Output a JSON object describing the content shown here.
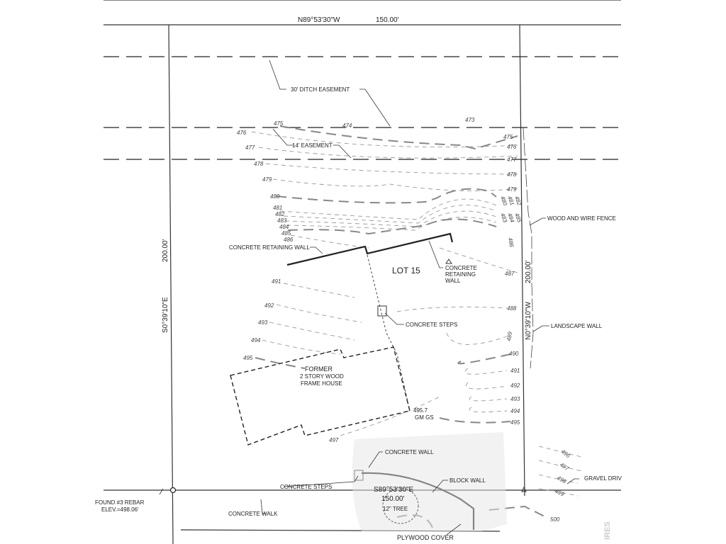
{
  "bearings": {
    "north": "N89°53'30\"W",
    "north_dist": "150.00'",
    "west": "S0°39'10\"E",
    "west_dist": "200.00'",
    "east": "N0°39'10\"W",
    "east_dist": "200.00'",
    "south": "S89°53'30\"E",
    "south_dist": "150.00'"
  },
  "labels": {
    "ditch_easement": "30' DITCH EASEMENT",
    "easement_14": "14' EASEMENT",
    "retaining_wall_left": "CONCRETE RETAINING WALL",
    "retaining_wall_right": [
      "CONCRETE",
      "RETAINING",
      "WALL"
    ],
    "lot": "LOT 15",
    "wood_fence": "WOOD AND WIRE FENCE",
    "concrete_steps_upper": "CONCRETE STEPS",
    "landscape_wall": "LANDSCAPE WALL",
    "house": [
      "FORMER",
      "2 STORY WOOD",
      "FRAME HOUSE"
    ],
    "spot_elev": [
      "495.7",
      "GM GS"
    ],
    "concrete_wall": "CONCRETE WALL",
    "concrete_steps_lower": "CONCRETE STEPS",
    "block_wall": "BLOCK WALL",
    "tree": "12\" TREE",
    "gravel_drive": "GRAVEL DRIV",
    "concrete_walk": "CONCRETE WALK",
    "rebar": [
      "FOUND #3 REBAR",
      "ELEV.=498.06'"
    ],
    "plywood_cover": "PLYWOOD COVER",
    "watermark": "IRES"
  },
  "contours": {
    "left": [
      "475",
      "476",
      "477",
      "478",
      "479",
      "480",
      "481",
      "482",
      "483",
      "484",
      "485",
      "486",
      "491",
      "492",
      "493",
      "494",
      "495",
      "497"
    ],
    "top": [
      "474",
      "473"
    ],
    "right": [
      "475",
      "476",
      "477",
      "478",
      "479",
      "480",
      "481",
      "482",
      "483",
      "484",
      "485",
      "486",
      "487",
      "488",
      "489",
      "490",
      "491",
      "492",
      "493",
      "494",
      "495"
    ],
    "south": [
      "496",
      "497",
      "498",
      "499",
      "500"
    ]
  }
}
